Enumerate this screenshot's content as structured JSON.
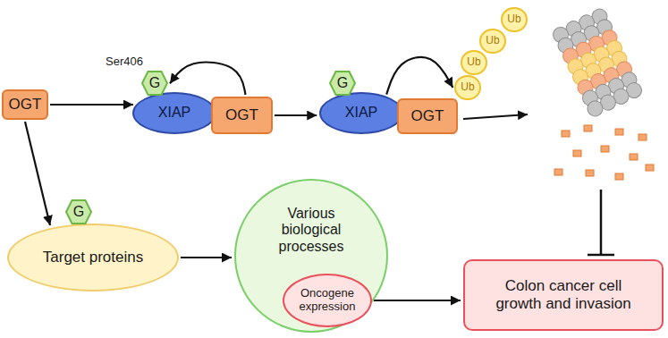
{
  "diagram": {
    "nodes": [
      {
        "text": [
          "OGT"
        ]
      },
      {
        "text": [
          "G"
        ]
      },
      {
        "text": [
          "XIAP"
        ]
      },
      {
        "text": [
          "OGT"
        ]
      },
      {
        "text": [
          "G"
        ]
      },
      {
        "text": [
          "XIAP"
        ]
      },
      {
        "text": [
          "OGT"
        ]
      },
      {
        "text": [
          "Ub"
        ]
      },
      {
        "text": [
          "Ub"
        ]
      },
      {
        "text": [
          "Ub"
        ]
      },
      {
        "text": [
          "Ub"
        ]
      },
      {
        "text": [
          "G"
        ]
      },
      {
        "text": [
          "Target proteins"
        ]
      },
      {
        "text": [
          "Various biological processes"
        ]
      },
      {
        "text": [
          "Oncogene expression"
        ],
        "in": 13
      },
      {
        "text": [
          "Colon cancer cell growth and invasion"
        ]
      }
    ],
    "edges": [
      {
        "from": 0,
        "to": 2,
        "arrow": "to"
      },
      {
        "from": 3,
        "to": 1,
        "arrow": "to"
      },
      {
        "from": 3,
        "to": 5,
        "arrow": "to"
      },
      {
        "from": 5,
        "to": 10,
        "arrow": "to"
      },
      {
        "from": 0,
        "to": 12,
        "arrow": "to"
      },
      {
        "from": 12,
        "to": 13,
        "arrow": "to"
      },
      {
        "from": 14,
        "to": 15,
        "arrow": "to"
      }
    ],
    "labels": [
      "Ser406"
    ]
  }
}
